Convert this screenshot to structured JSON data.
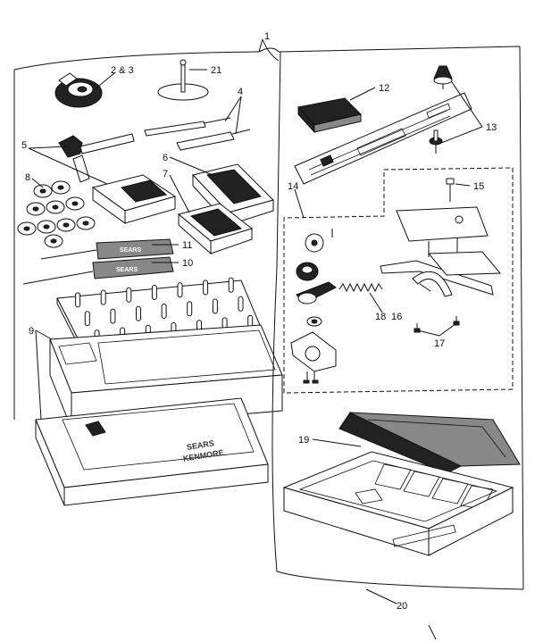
{
  "callouts": {
    "c1": "1",
    "c2_3": "2 & 3",
    "c21": "21",
    "c4": "4",
    "c5": "5",
    "c6": "6",
    "c7": "7",
    "c8": "8",
    "c9": "9",
    "c10": "10",
    "c11": "11",
    "c12": "12",
    "c13": "13",
    "c14": "14",
    "c15": "15",
    "c16": "16",
    "c17": "17",
    "c18": "18",
    "c19": "19",
    "c20": "20"
  },
  "branding": {
    "tool_brand": "SEARS",
    "case_brand": "SEARS",
    "case_sub": "KENMORE"
  }
}
